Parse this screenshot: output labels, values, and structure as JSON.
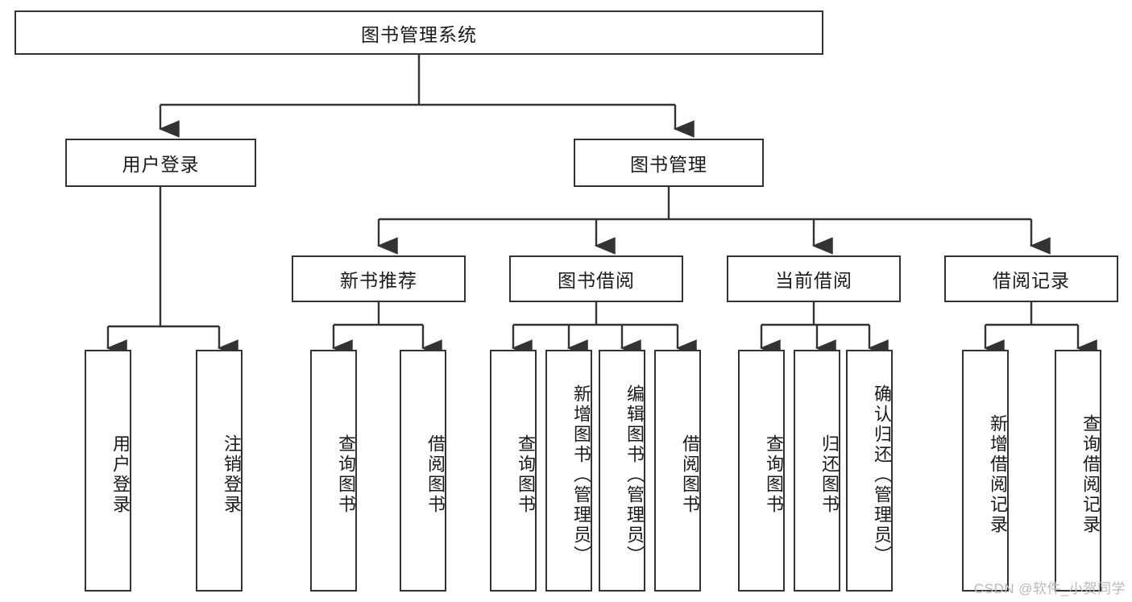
{
  "diagram": {
    "title": "图书管理系统",
    "type": "tree-hierarchy",
    "root": {
      "id": "root",
      "label": "图书管理系统"
    },
    "level2": [
      {
        "id": "user-login",
        "label": "用户登录"
      },
      {
        "id": "book-manage",
        "label": "图书管理"
      }
    ],
    "level3": [
      {
        "id": "new-book-rec",
        "label": "新书推荐",
        "parent": "book-manage"
      },
      {
        "id": "book-borrow",
        "label": "图书借阅",
        "parent": "book-manage"
      },
      {
        "id": "current-borrow",
        "label": "当前借阅",
        "parent": "book-manage"
      },
      {
        "id": "borrow-record",
        "label": "借阅记录",
        "parent": "book-manage"
      }
    ],
    "leaves": [
      {
        "id": "leaf-user-login",
        "label": "用户登录",
        "parent": "user-login"
      },
      {
        "id": "leaf-user-logout",
        "label": "注销登录",
        "parent": "user-login"
      },
      {
        "id": "leaf-query-book-1",
        "label": "查询图书",
        "parent": "new-book-rec"
      },
      {
        "id": "leaf-borrow-book-1",
        "label": "借阅图书",
        "parent": "new-book-rec"
      },
      {
        "id": "leaf-query-book-2",
        "label": "查询图书",
        "parent": "book-borrow"
      },
      {
        "id": "leaf-add-book",
        "label": "新增图书（管理员）",
        "parent": "book-borrow"
      },
      {
        "id": "leaf-edit-book",
        "label": "编辑图书（管理员）",
        "parent": "book-borrow"
      },
      {
        "id": "leaf-borrow-book-2",
        "label": "借阅图书",
        "parent": "book-borrow"
      },
      {
        "id": "leaf-query-book-3",
        "label": "查询图书",
        "parent": "current-borrow"
      },
      {
        "id": "leaf-return-book",
        "label": "归还图书",
        "parent": "current-borrow"
      },
      {
        "id": "leaf-confirm-return",
        "label": "确认归还（管理员）",
        "parent": "current-borrow"
      },
      {
        "id": "leaf-add-record",
        "label": "新增借阅记录",
        "parent": "borrow-record"
      },
      {
        "id": "leaf-query-record",
        "label": "查询借阅记录",
        "parent": "borrow-record"
      }
    ],
    "colors": {
      "stroke": "#333333",
      "fill": "#ffffff",
      "text": "#1a1a1a",
      "watermark": "#b9b9b9"
    }
  },
  "watermark": {
    "text": "CSDN @软件_小贺同学"
  }
}
